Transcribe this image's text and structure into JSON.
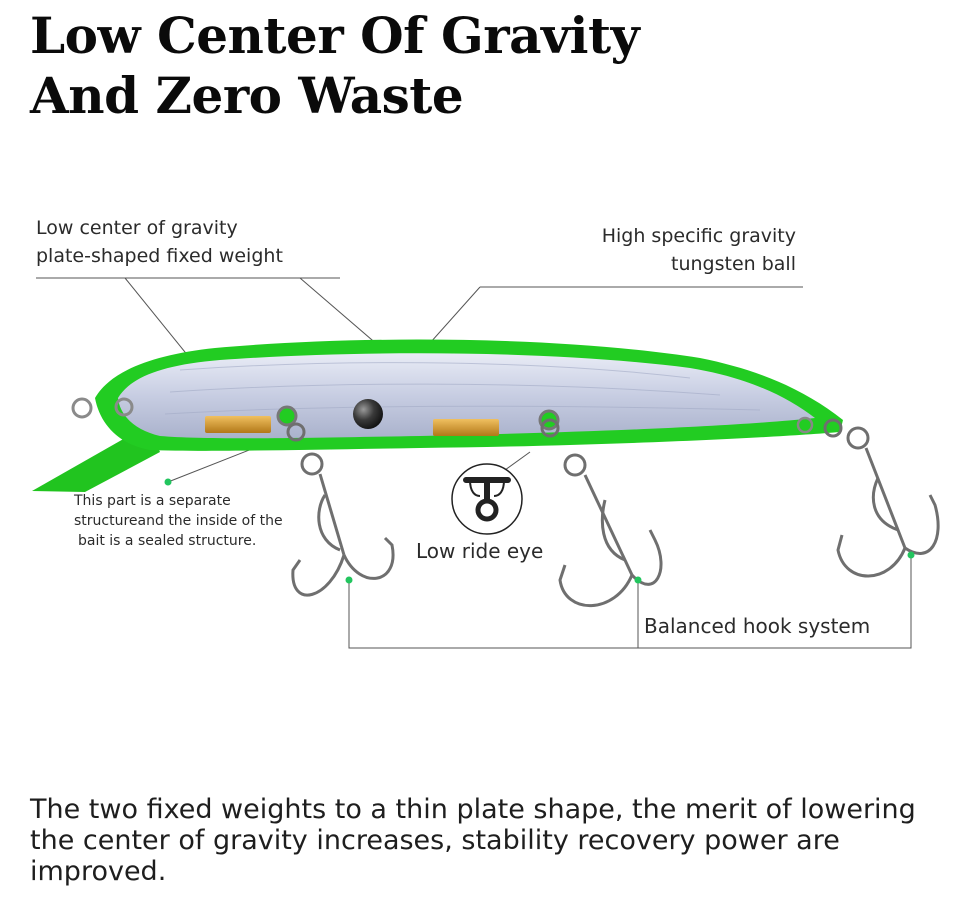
{
  "title": {
    "line1": "Low Center Of Gravity",
    "line2": "And Zero Waste"
  },
  "callouts": {
    "weight": {
      "line1": "Low center of gravity",
      "line2": "plate-shaped fixed weight"
    },
    "ball": {
      "line1": "High specific gravity",
      "line2": "tungsten ball"
    },
    "separate": {
      "line1": "This part is a separate",
      "line2": "structureand the inside of the",
      "line3": "bait is a sealed structure."
    },
    "eye": "Low ride eye",
    "hooks": "Balanced hook system"
  },
  "footer": "The two fixed weights to a thin plate shape, the merit of lowering the center of gravity increases, stability recovery power are improved.",
  "colors": {
    "lure_green": "#22cc22",
    "weight_gold": "#d9a030",
    "leader_line": "#555555",
    "dot_green": "#22c55e"
  },
  "icons": {
    "lure": "fishing-lure-image",
    "hook": "treble-hook",
    "eye": "low-ride-eye-icon"
  }
}
